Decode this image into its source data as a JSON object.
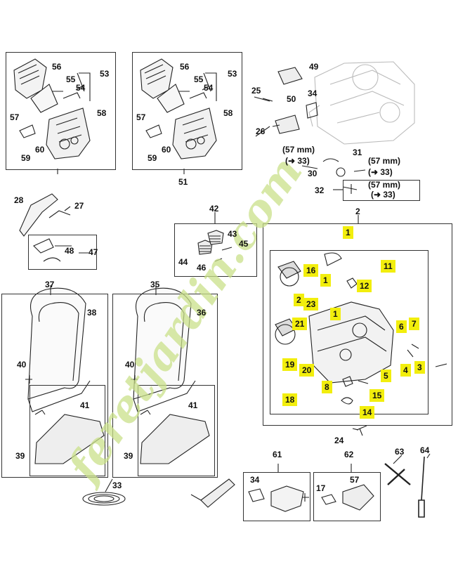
{
  "diagram": {
    "labels": {
      "l1": "1",
      "l2": "2",
      "l3": "3",
      "l4": "4",
      "l5": "5",
      "l6": "6",
      "l7": "7",
      "l8": "8",
      "l11": "11",
      "l12": "12",
      "l14": "14",
      "l15": "15",
      "l16": "16",
      "l17": "17",
      "l18": "18",
      "l19": "19",
      "l20": "20",
      "l21": "21",
      "l22": "2",
      "l23": "23",
      "l24": "24",
      "l25": "25",
      "l26": "26",
      "l27": "27",
      "l28": "28",
      "l30": "30",
      "l31": "31",
      "l32": "32",
      "l33": "33",
      "l34": "34",
      "l35": "35",
      "l36": "36",
      "l37": "37",
      "l38": "38",
      "l39": "39",
      "l40": "40",
      "l41": "41",
      "l42": "42",
      "l43": "43",
      "l44": "44",
      "l45": "45",
      "l46": "46",
      "l47": "47",
      "l48": "48",
      "l49": "49",
      "l50": "50",
      "l51": "51",
      "l53": "53",
      "l54": "54",
      "l55": "55",
      "l56": "56",
      "l57": "57",
      "l58": "58",
      "l59": "59",
      "l60": "60",
      "l61": "61",
      "l62": "62",
      "l63": "63",
      "l64": "64",
      "l1b": "1",
      "l1c": "1"
    },
    "notes": {
      "n1": "(57 mm)",
      "n1r": "(➜ 33)",
      "n2": "(57 mm)",
      "n2r": "(➜ 33)",
      "n3": "(57 mm)",
      "n3r": "(➜ 33)"
    },
    "watermark": "feretjardin.com",
    "colors": {
      "highlight": "#f2ee0d",
      "watermark": "#c9e08a",
      "line": "#222222"
    }
  }
}
